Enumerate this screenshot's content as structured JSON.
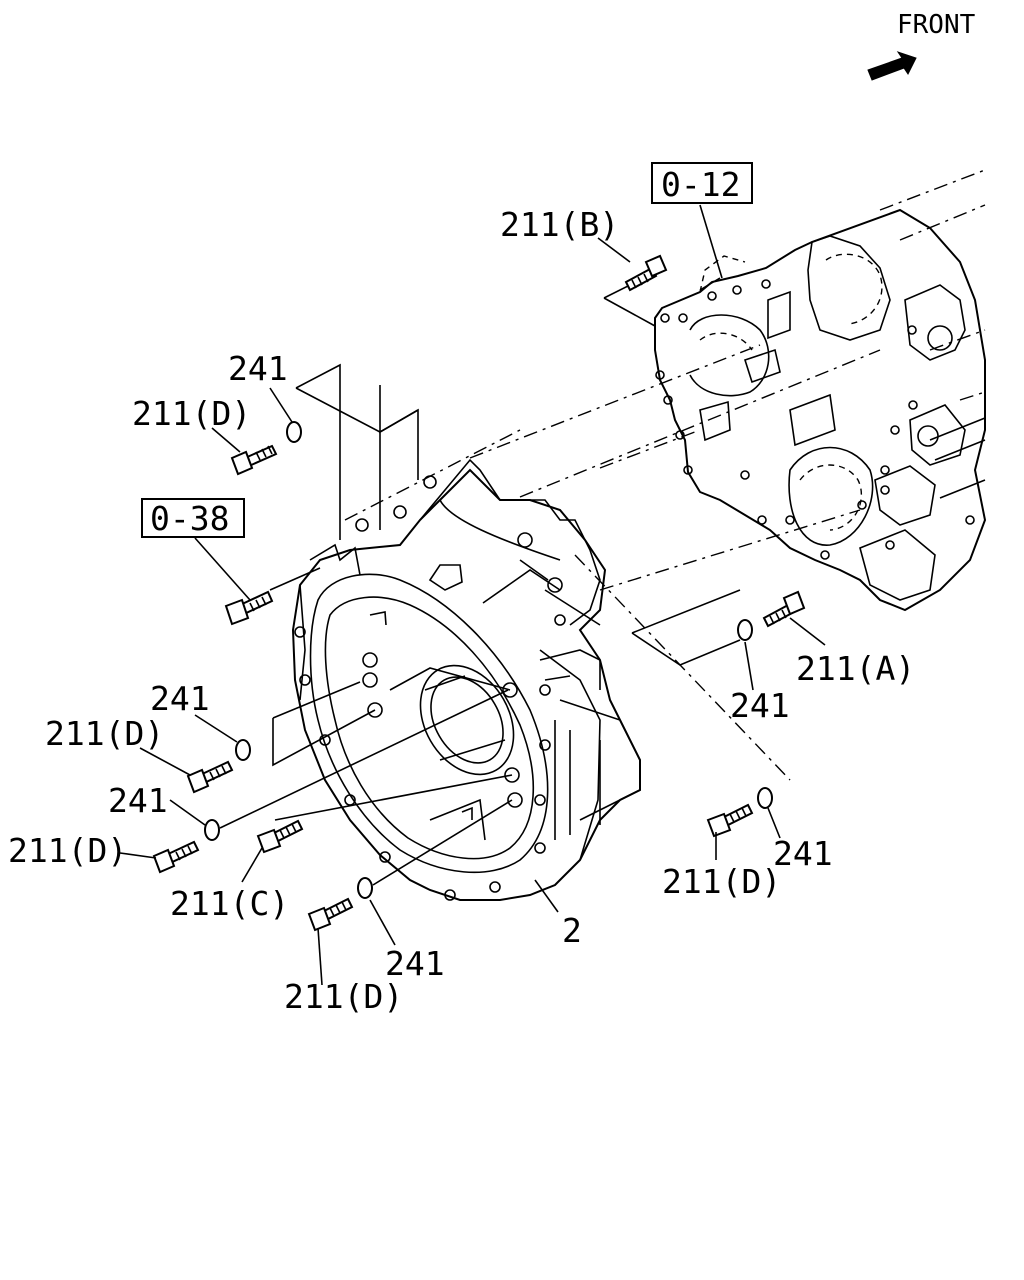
{
  "orientation": {
    "label": "FRONT"
  },
  "references": {
    "ref_upper": "0-12",
    "ref_left": "0-38"
  },
  "callouts": {
    "bolt_b": "211(B)",
    "washer_top": "241",
    "bolt_d_top": "211(D)",
    "washer_mid_left": "241",
    "bolt_d_mid_left": "211(D)",
    "washer_low_left": "241",
    "bolt_d_low_left": "211(D)",
    "bolt_c": "211(C)",
    "washer_bottom": "241",
    "bolt_d_bottom": "211(D)",
    "flywheel_housing": "2",
    "bolt_a": "211(A)",
    "washer_right": "241",
    "washer_lower_right": "241",
    "bolt_d_lower_right": "211(D)"
  }
}
